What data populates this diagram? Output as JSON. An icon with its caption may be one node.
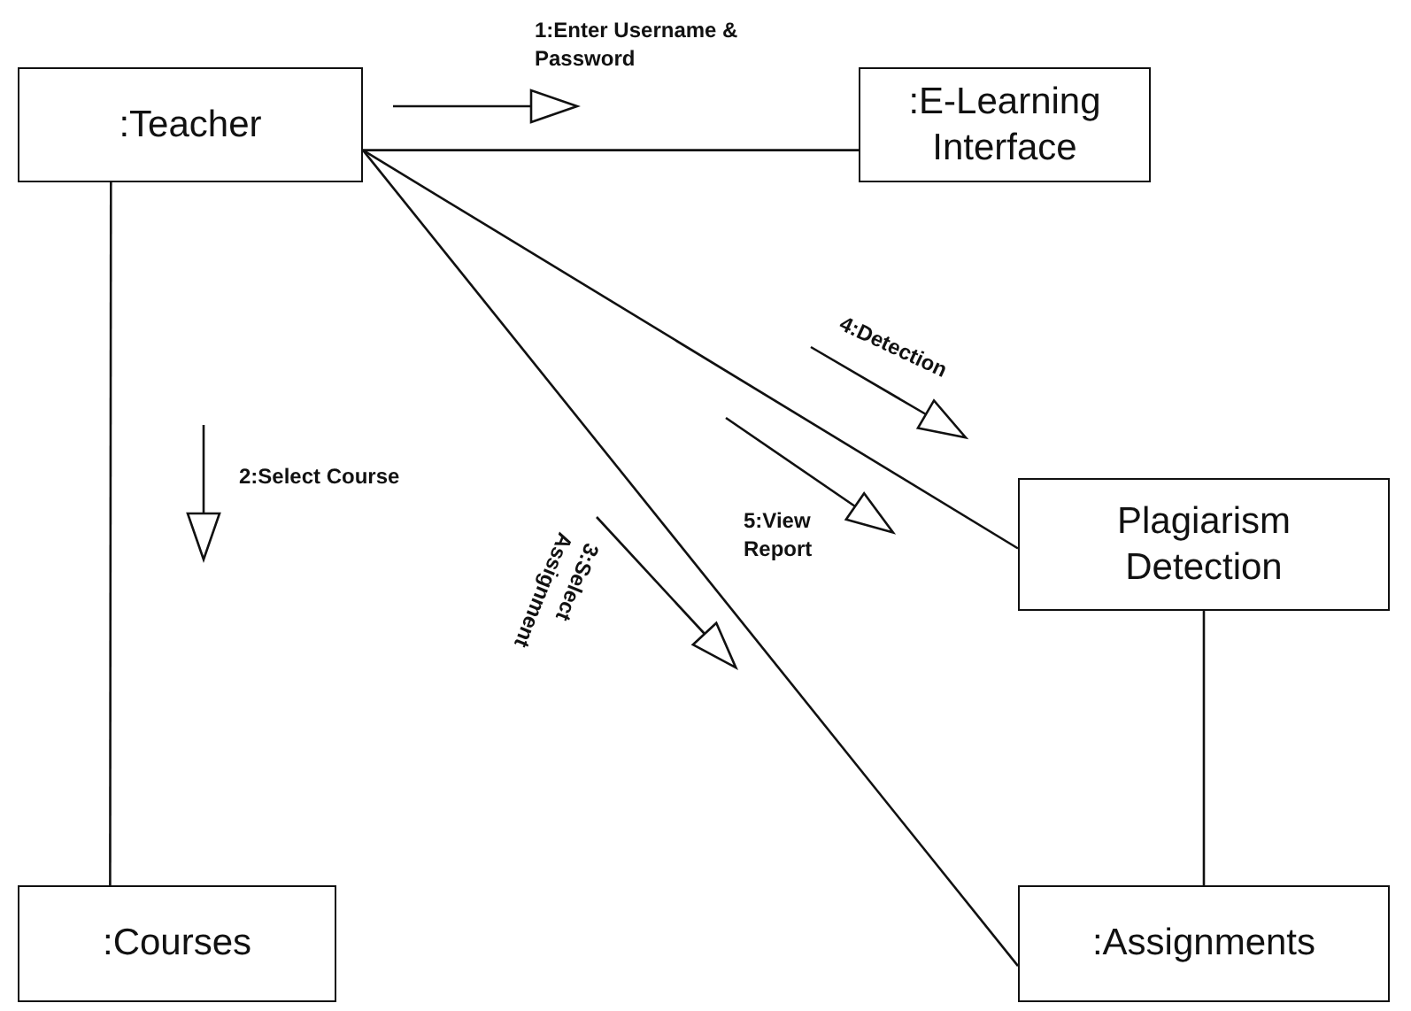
{
  "diagram": {
    "nodes": [
      {
        "text": [
          ":Teacher"
        ]
      },
      {
        "text": [
          ":E-Learning Interface"
        ]
      },
      {
        "text": [
          "Plagiarism Detection"
        ]
      },
      {
        "text": [
          ":Courses"
        ]
      },
      {
        "text": [
          ":Assignments"
        ]
      }
    ],
    "edges": [
      {
        "from": 0,
        "to": 1,
        "arrow": "none"
      },
      {
        "from": 0,
        "to": 3,
        "arrow": "none"
      },
      {
        "from": 0,
        "to": 2,
        "arrow": "none"
      },
      {
        "from": 0,
        "to": 4,
        "arrow": "none"
      },
      {
        "from": 2,
        "to": 4,
        "arrow": "none"
      }
    ],
    "labels": [
      "1:Enter Username & Password",
      "4:Detection",
      "2:Select Course",
      "5:View Report",
      "3:Select Assignment"
    ]
  }
}
